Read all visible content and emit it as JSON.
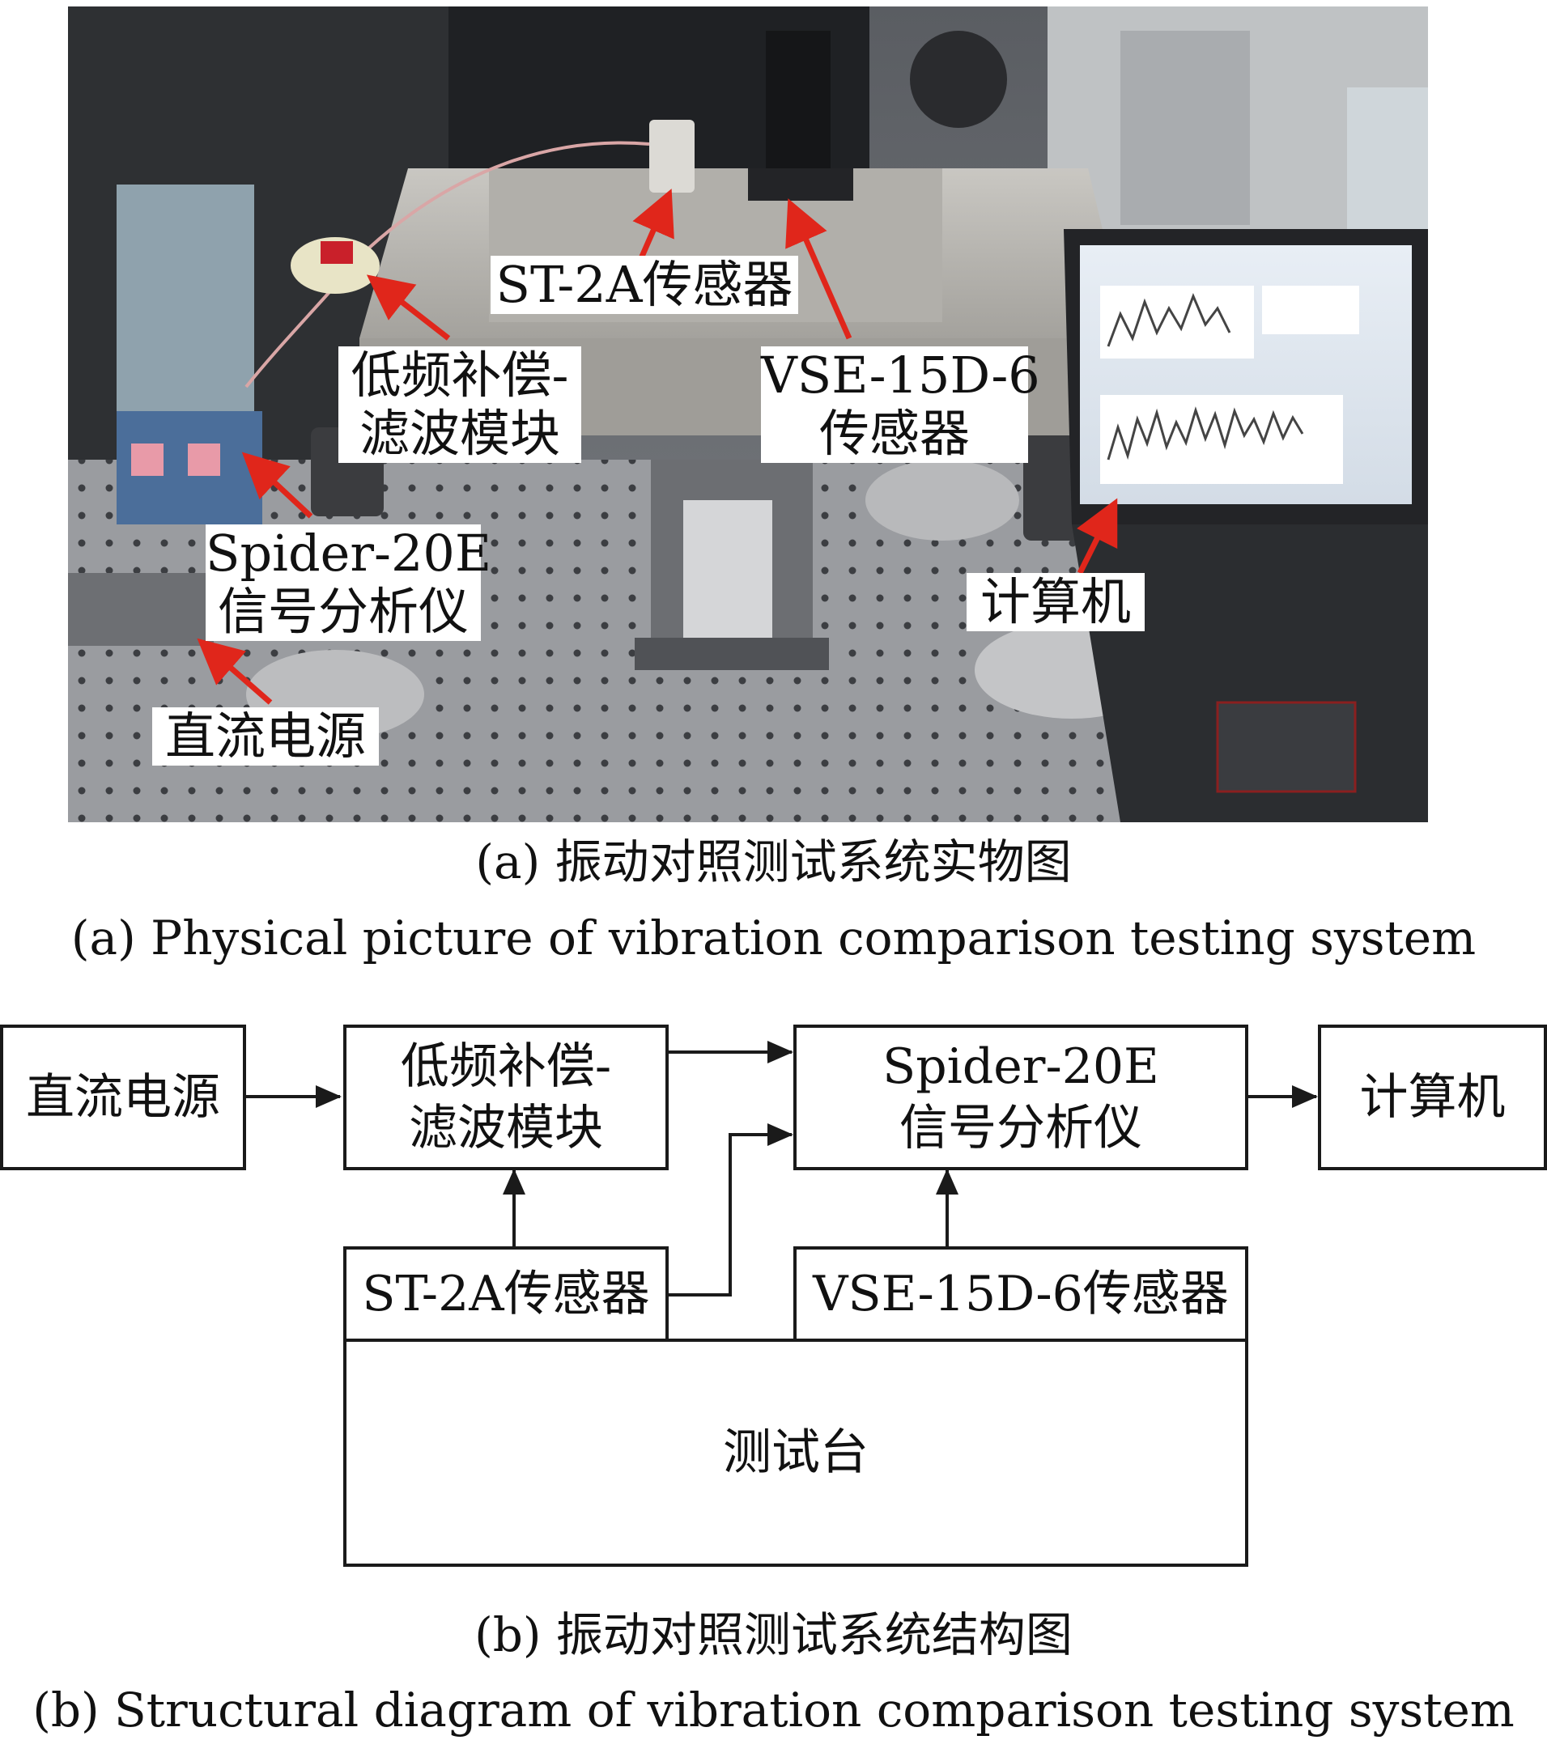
{
  "photo": {
    "labels": {
      "st2a": "ST-2A传感器",
      "filter_line1": "低频补偿-",
      "filter_line2": "滤波模块",
      "vse_line1": "VSE-15D-6",
      "vse_line2": "传感器",
      "spider_line1": "Spider-20E",
      "spider_line2": "信号分析仪",
      "computer": "计算机",
      "dc_power": "直流电源"
    },
    "colors": {
      "arrow": "#e0261b",
      "bench": "#8d8f93",
      "plate": "#b9b7b2",
      "laptop": "#2b2d30"
    }
  },
  "caption_a_cn": "(a) 振动对照测试系统实物图",
  "caption_a_en": "(a) Physical picture of vibration comparison testing system",
  "diagram": {
    "dc_power": "直流电源",
    "filter_line1": "低频补偿-",
    "filter_line2": "滤波模块",
    "spider_line1": "Spider-20E",
    "spider_line2": "信号分析仪",
    "computer": "计算机",
    "st2a": "ST-2A传感器",
    "vse": "VSE-15D-6传感器",
    "test_bench": "测试台"
  },
  "caption_b_cn": "(b) 振动对照测试系统结构图",
  "caption_b_en": "(b) Structural diagram of vibration comparison testing system"
}
